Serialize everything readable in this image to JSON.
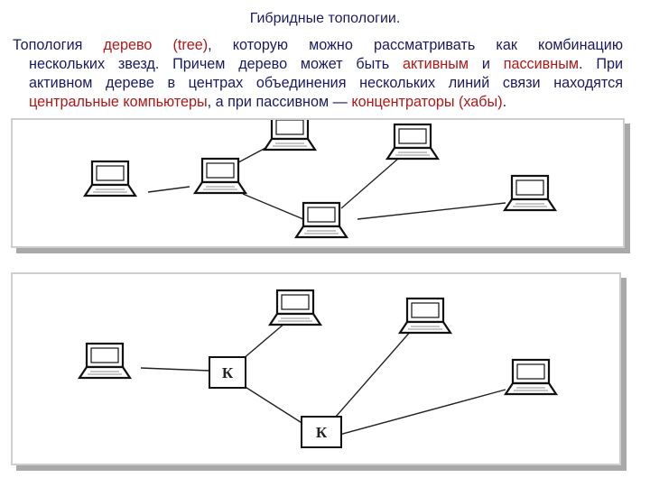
{
  "title": "Гибридные топологии.",
  "paragraph": {
    "l1_a": "Топология ",
    "l1_red": "дерево (tree)",
    "l1_b": ", которую можно рассматривать как комбинацию",
    "l2_a": "нескольких звезд. Причем дерево может быть ",
    "l2_red1": "активным",
    "l2_mid": " и ",
    "l2_red2": "пассивным",
    "l2_b": ". При",
    "l3": "активном дереве в центрах объединения нескольких линий связи находятся",
    "l4_red1": "центральные компьютеры",
    "l4_mid": ", а при пассивном — ",
    "l4_red2": "концентраторы (хабы)",
    "l4_end": "."
  },
  "diagram_bottom": {
    "hub_label": "К"
  },
  "colors": {
    "text": "#1a1a60",
    "highlight": "#b01818"
  }
}
